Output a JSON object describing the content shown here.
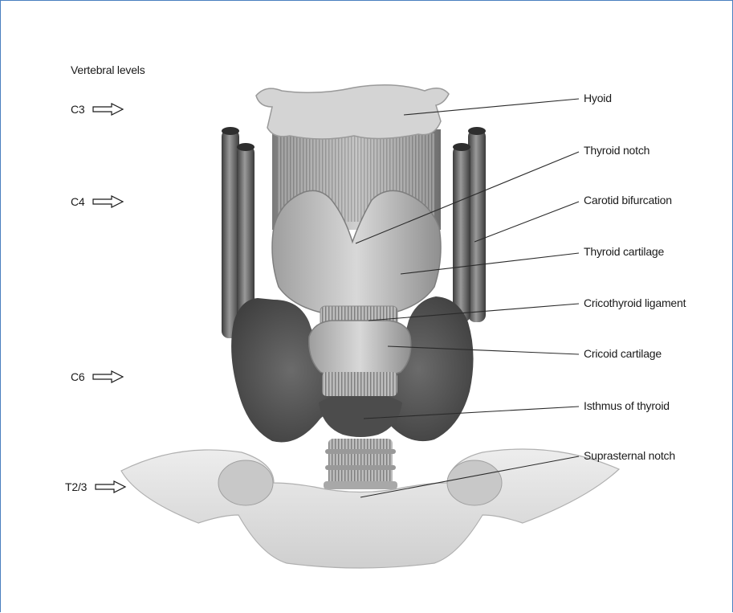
{
  "title": "Vertebral levels",
  "levels": [
    {
      "label": "C3"
    },
    {
      "label": "C4"
    },
    {
      "label": "C6"
    },
    {
      "label": "T2/3"
    }
  ],
  "labels": [
    {
      "text": "Hyoid"
    },
    {
      "text": "Thyroid notch"
    },
    {
      "text": "Carotid bifurcation"
    },
    {
      "text": "Thyroid cartilage"
    },
    {
      "text": "Cricothyroid ligament"
    },
    {
      "text": "Cricoid cartilage"
    },
    {
      "text": "Isthmus of thyroid"
    },
    {
      "text": "Suprasternal notch"
    }
  ],
  "colors": {
    "frame": "#4a7fbf",
    "cartilage": "#c9c9c9",
    "thyroid_gland": "#5f5f5f",
    "artery": "#6c6c6c",
    "bone": "#dcdcdc"
  }
}
